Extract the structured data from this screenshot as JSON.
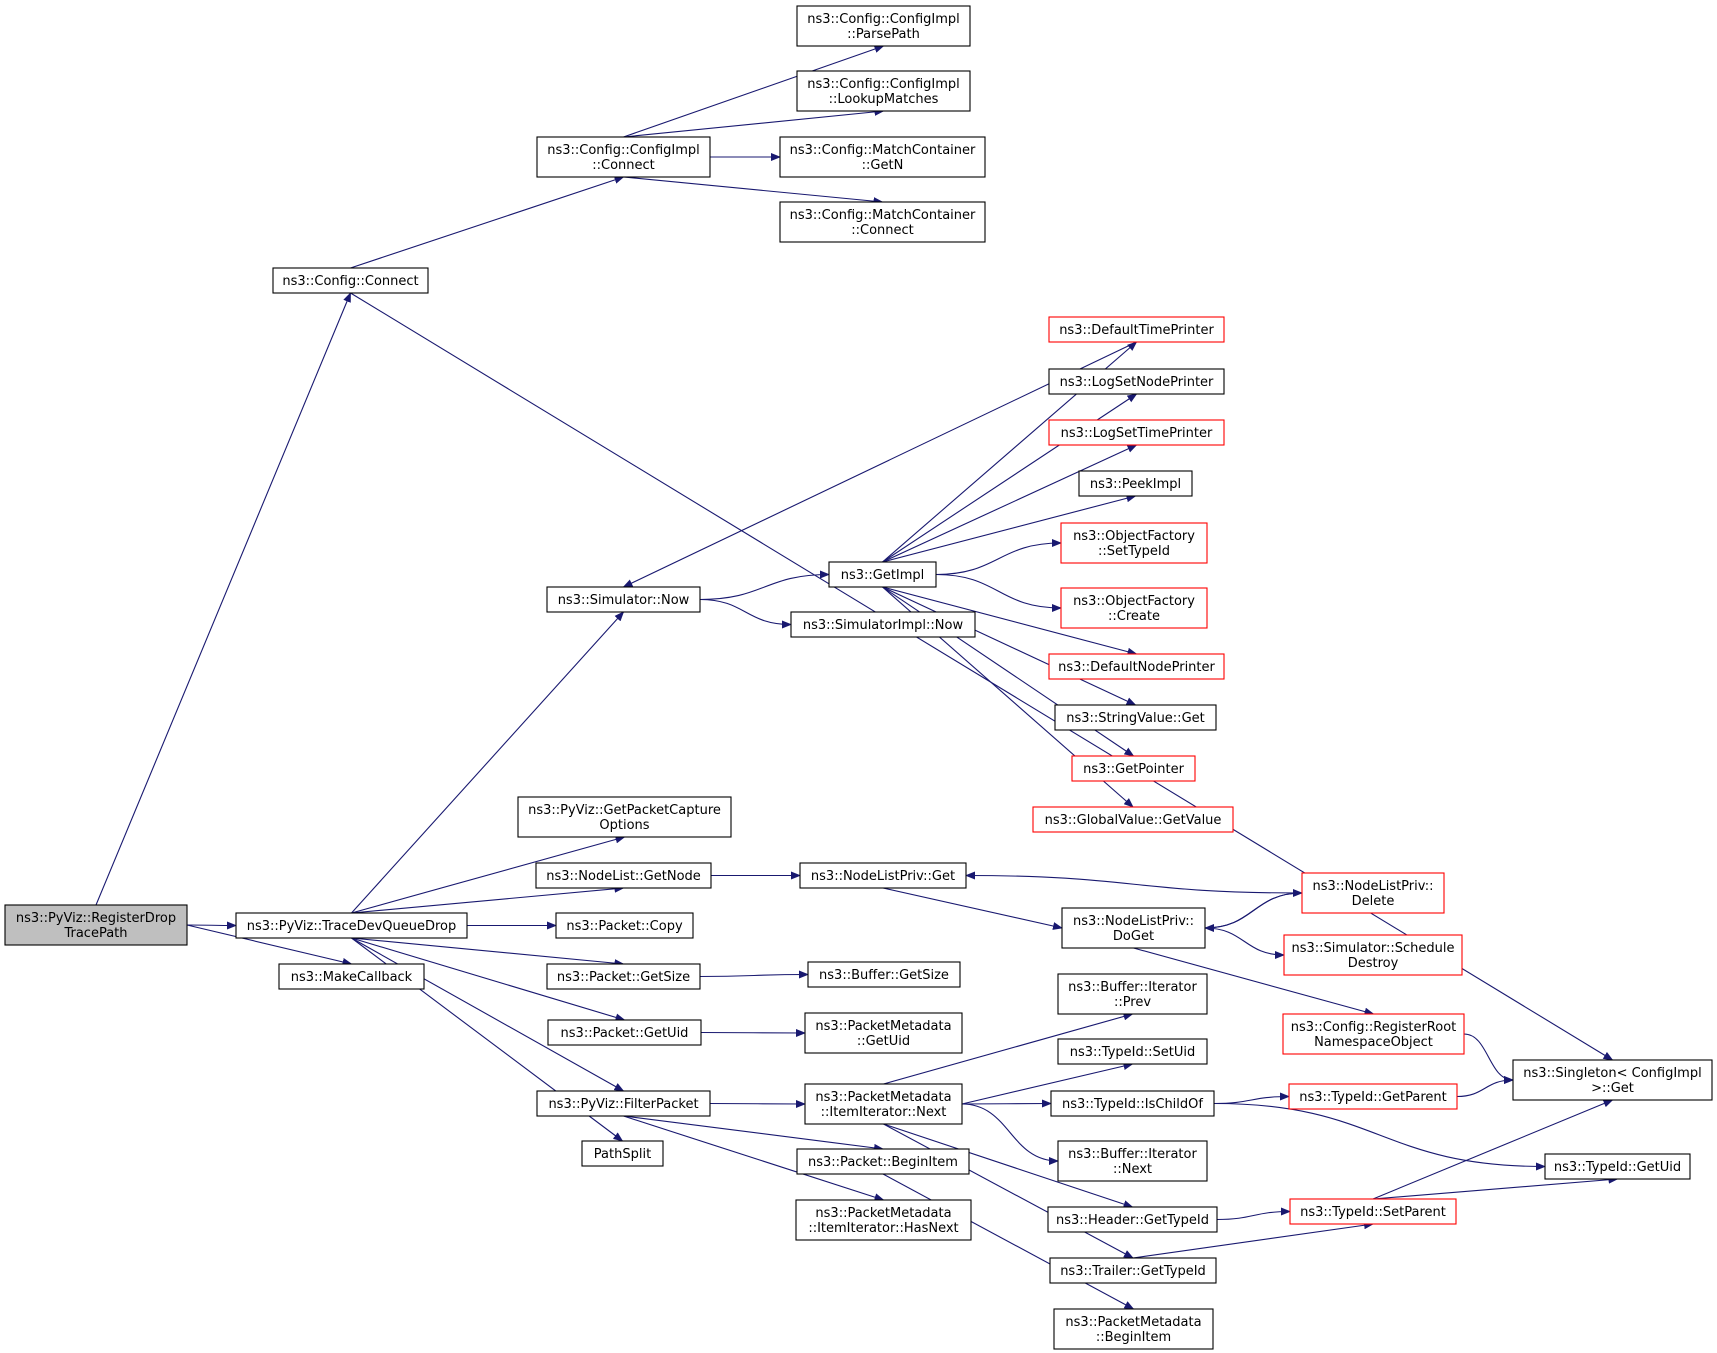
{
  "colors": {
    "edge": "#191970",
    "node_border": "#000000",
    "truncated_node_border": "#ff0000",
    "root_fill": "#bfbfbf"
  },
  "nodes": [
    {
      "id": "root",
      "lines": [
        "ns3::PyViz::RegisterDrop",
        "TracePath"
      ],
      "style": "root"
    },
    {
      "id": "configConnect",
      "lines": [
        "ns3::Config::Connect"
      ],
      "style": "normal"
    },
    {
      "id": "configImplConnect",
      "lines": [
        "ns3::Config::ConfigImpl",
        "::Connect"
      ],
      "style": "normal"
    },
    {
      "id": "parsePath",
      "lines": [
        "ns3::Config::ConfigImpl",
        "::ParsePath"
      ],
      "style": "normal"
    },
    {
      "id": "lookupMatches",
      "lines": [
        "ns3::Config::ConfigImpl",
        "::LookupMatches"
      ],
      "style": "normal"
    },
    {
      "id": "matchGetN",
      "lines": [
        "ns3::Config::MatchContainer",
        "::GetN"
      ],
      "style": "normal"
    },
    {
      "id": "matchConnect",
      "lines": [
        "ns3::Config::MatchContainer",
        "::Connect"
      ],
      "style": "normal"
    },
    {
      "id": "singletonGet",
      "lines": [
        "ns3::Singleton< ConfigImpl",
        ">::Get"
      ],
      "style": "normal"
    },
    {
      "id": "traceDevQueueDrop",
      "lines": [
        "ns3::PyViz::TraceDevQueueDrop"
      ],
      "style": "normal"
    },
    {
      "id": "makeCallback",
      "lines": [
        "ns3::MakeCallback"
      ],
      "style": "normal"
    },
    {
      "id": "simulatorNow",
      "lines": [
        "ns3::Simulator::Now"
      ],
      "style": "normal"
    },
    {
      "id": "getImpl",
      "lines": [
        "ns3::GetImpl"
      ],
      "style": "normal"
    },
    {
      "id": "simImplNow",
      "lines": [
        "ns3::SimulatorImpl::Now"
      ],
      "style": "normal"
    },
    {
      "id": "defaultTimePrinter",
      "lines": [
        "ns3::DefaultTimePrinter"
      ],
      "style": "red"
    },
    {
      "id": "logSetNodePrinter",
      "lines": [
        "ns3::LogSetNodePrinter"
      ],
      "style": "normal"
    },
    {
      "id": "logSetTimePrinter",
      "lines": [
        "ns3::LogSetTimePrinter"
      ],
      "style": "red"
    },
    {
      "id": "peekImpl",
      "lines": [
        "ns3::PeekImpl"
      ],
      "style": "normal"
    },
    {
      "id": "ofSetTypeId",
      "lines": [
        "ns3::ObjectFactory",
        "::SetTypeId"
      ],
      "style": "red"
    },
    {
      "id": "ofCreate",
      "lines": [
        "ns3::ObjectFactory",
        "::Create"
      ],
      "style": "red"
    },
    {
      "id": "defaultNodePrinter",
      "lines": [
        "ns3::DefaultNodePrinter"
      ],
      "style": "red"
    },
    {
      "id": "stringValueGet",
      "lines": [
        "ns3::StringValue::Get"
      ],
      "style": "normal"
    },
    {
      "id": "getPointer",
      "lines": [
        "ns3::GetPointer"
      ],
      "style": "red"
    },
    {
      "id": "globalValueGetValue",
      "lines": [
        "ns3::GlobalValue::GetValue"
      ],
      "style": "red"
    },
    {
      "id": "getPacketCaptureOptions",
      "lines": [
        "ns3::PyViz::GetPacketCapture",
        "Options"
      ],
      "style": "normal"
    },
    {
      "id": "nodeListGetNode",
      "lines": [
        "ns3::NodeList::GetNode"
      ],
      "style": "normal"
    },
    {
      "id": "nodeListPrivGet",
      "lines": [
        "ns3::NodeListPriv::Get"
      ],
      "style": "normal"
    },
    {
      "id": "nodeListPrivDelete",
      "lines": [
        "ns3::NodeListPriv::",
        "Delete"
      ],
      "style": "red"
    },
    {
      "id": "nodeListPrivDoGet",
      "lines": [
        "ns3::NodeListPriv::",
        "DoGet"
      ],
      "style": "normal"
    },
    {
      "id": "simScheduleDestroy",
      "lines": [
        "ns3::Simulator::Schedule",
        "Destroy"
      ],
      "style": "red"
    },
    {
      "id": "registerRootNs",
      "lines": [
        "ns3::Config::RegisterRoot",
        "NamespaceObject"
      ],
      "style": "red"
    },
    {
      "id": "packetCopy",
      "lines": [
        "ns3::Packet::Copy"
      ],
      "style": "normal"
    },
    {
      "id": "packetGetSize",
      "lines": [
        "ns3::Packet::GetSize"
      ],
      "style": "normal"
    },
    {
      "id": "bufferGetSize",
      "lines": [
        "ns3::Buffer::GetSize"
      ],
      "style": "normal"
    },
    {
      "id": "packetGetUid",
      "lines": [
        "ns3::Packet::GetUid"
      ],
      "style": "normal"
    },
    {
      "id": "pmGetUid",
      "lines": [
        "ns3::PacketMetadata",
        "::GetUid"
      ],
      "style": "normal"
    },
    {
      "id": "filterPacket",
      "lines": [
        "ns3::PyViz::FilterPacket"
      ],
      "style": "normal"
    },
    {
      "id": "pmItemNext",
      "lines": [
        "ns3::PacketMetadata",
        "::ItemIterator::Next"
      ],
      "style": "normal"
    },
    {
      "id": "bufferIterPrev",
      "lines": [
        "ns3::Buffer::Iterator",
        "::Prev"
      ],
      "style": "normal"
    },
    {
      "id": "typeIdSetUid",
      "lines": [
        "ns3::TypeId::SetUid"
      ],
      "style": "normal"
    },
    {
      "id": "typeIdIsChildOf",
      "lines": [
        "ns3::TypeId::IsChildOf"
      ],
      "style": "normal"
    },
    {
      "id": "typeIdGetParent",
      "lines": [
        "ns3::TypeId::GetParent"
      ],
      "style": "red"
    },
    {
      "id": "typeIdGetUid",
      "lines": [
        "ns3::TypeId::GetUid"
      ],
      "style": "normal"
    },
    {
      "id": "bufferIterNext",
      "lines": [
        "ns3::Buffer::Iterator",
        "::Next"
      ],
      "style": "normal"
    },
    {
      "id": "headerGetTypeId",
      "lines": [
        "ns3::Header::GetTypeId"
      ],
      "style": "normal"
    },
    {
      "id": "typeIdSetParent",
      "lines": [
        "ns3::TypeId::SetParent"
      ],
      "style": "red"
    },
    {
      "id": "trailerGetTypeId",
      "lines": [
        "ns3::Trailer::GetTypeId"
      ],
      "style": "normal"
    },
    {
      "id": "packetBeginItem",
      "lines": [
        "ns3::Packet::BeginItem"
      ],
      "style": "normal"
    },
    {
      "id": "pmItemHasNext",
      "lines": [
        "ns3::PacketMetadata",
        "::ItemIterator::HasNext"
      ],
      "style": "normal"
    },
    {
      "id": "pmBeginItem",
      "lines": [
        "ns3::PacketMetadata",
        "::BeginItem"
      ],
      "style": "normal"
    },
    {
      "id": "pathSplit",
      "lines": [
        "PathSplit"
      ],
      "style": "normal"
    }
  ],
  "edges": [
    [
      "root",
      "configConnect"
    ],
    [
      "root",
      "traceDevQueueDrop"
    ],
    [
      "root",
      "makeCallback"
    ],
    [
      "configConnect",
      "configImplConnect"
    ],
    [
      "configConnect",
      "singletonGet"
    ],
    [
      "configImplConnect",
      "parsePath"
    ],
    [
      "configImplConnect",
      "lookupMatches"
    ],
    [
      "configImplConnect",
      "matchGetN"
    ],
    [
      "configImplConnect",
      "matchConnect"
    ],
    [
      "traceDevQueueDrop",
      "simulatorNow"
    ],
    [
      "traceDevQueueDrop",
      "getPacketCaptureOptions"
    ],
    [
      "traceDevQueueDrop",
      "nodeListGetNode"
    ],
    [
      "traceDevQueueDrop",
      "packetCopy"
    ],
    [
      "traceDevQueueDrop",
      "packetGetSize"
    ],
    [
      "traceDevQueueDrop",
      "packetGetUid"
    ],
    [
      "traceDevQueueDrop",
      "filterPacket"
    ],
    [
      "traceDevQueueDrop",
      "pathSplit"
    ],
    [
      "simulatorNow",
      "getImpl"
    ],
    [
      "simulatorNow",
      "simImplNow"
    ],
    [
      "getImpl",
      "defaultTimePrinter"
    ],
    [
      "getImpl",
      "logSetNodePrinter"
    ],
    [
      "getImpl",
      "logSetTimePrinter"
    ],
    [
      "getImpl",
      "peekImpl"
    ],
    [
      "getImpl",
      "ofSetTypeId"
    ],
    [
      "getImpl",
      "ofCreate"
    ],
    [
      "getImpl",
      "defaultNodePrinter"
    ],
    [
      "getImpl",
      "stringValueGet"
    ],
    [
      "getImpl",
      "getPointer"
    ],
    [
      "getImpl",
      "globalValueGetValue"
    ],
    [
      "defaultTimePrinter",
      "simulatorNow"
    ],
    [
      "nodeListGetNode",
      "nodeListPrivGet"
    ],
    [
      "nodeListPrivGet",
      "nodeListPrivDoGet"
    ],
    [
      "nodeListPrivDoGet",
      "nodeListPrivDelete"
    ],
    [
      "nodeListPrivDoGet",
      "simScheduleDestroy"
    ],
    [
      "nodeListPrivDoGet",
      "registerRootNs"
    ],
    [
      "nodeListPrivDelete",
      "nodeListPrivGet"
    ],
    [
      "nodeListPrivDelete",
      "nodeListPrivDoGet"
    ],
    [
      "registerRootNs",
      "singletonGet"
    ],
    [
      "packetGetSize",
      "bufferGetSize"
    ],
    [
      "packetGetUid",
      "pmGetUid"
    ],
    [
      "filterPacket",
      "pmItemNext"
    ],
    [
      "filterPacket",
      "packetBeginItem"
    ],
    [
      "filterPacket",
      "pmItemHasNext"
    ],
    [
      "pmItemNext",
      "bufferIterPrev"
    ],
    [
      "pmItemNext",
      "typeIdSetUid"
    ],
    [
      "pmItemNext",
      "typeIdIsChildOf"
    ],
    [
      "pmItemNext",
      "bufferIterNext"
    ],
    [
      "pmItemNext",
      "headerGetTypeId"
    ],
    [
      "pmItemNext",
      "trailerGetTypeId"
    ],
    [
      "typeIdIsChildOf",
      "typeIdGetParent"
    ],
    [
      "typeIdIsChildOf",
      "typeIdGetUid"
    ],
    [
      "typeIdGetParent",
      "singletonGet"
    ],
    [
      "headerGetTypeId",
      "typeIdSetParent"
    ],
    [
      "trailerGetTypeId",
      "typeIdSetParent"
    ],
    [
      "typeIdSetParent",
      "singletonGet"
    ],
    [
      "typeIdSetParent",
      "typeIdGetUid"
    ],
    [
      "packetBeginItem",
      "pmBeginItem"
    ]
  ]
}
